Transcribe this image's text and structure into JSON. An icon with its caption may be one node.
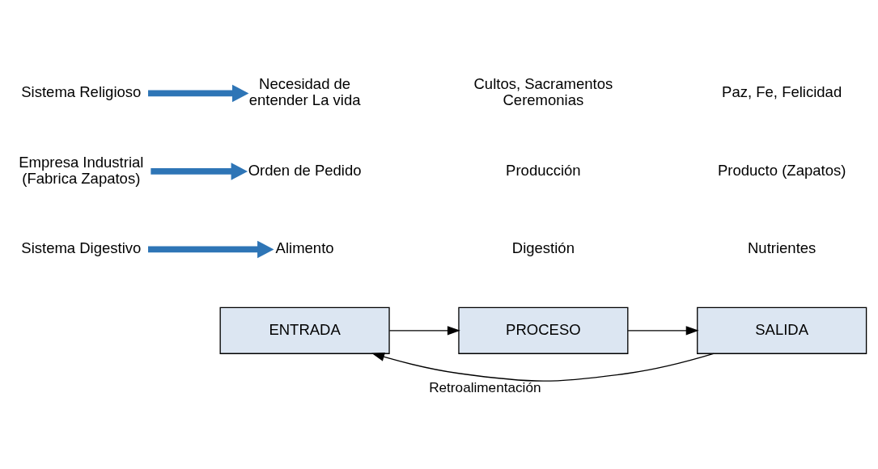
{
  "diagram": {
    "nodes": [
      {
        "text": [
          "ENTRADA"
        ]
      },
      {
        "text": [
          "PROCESO"
        ]
      },
      {
        "text": [
          "SALIDA"
        ]
      },
      {
        "text": [
          "Sistema Digestivo"
        ]
      },
      {
        "text": [
          "Alimento"
        ]
      },
      {
        "text": [
          "Empresa Industrial (Fabrica Zapatos)"
        ]
      },
      {
        "text": [
          "Orden de Pedido"
        ]
      },
      {
        "text": [
          "Sistema Religioso"
        ]
      },
      {
        "text": [
          "Necesidad de entender La vida"
        ]
      }
    ],
    "edges": [
      {
        "from": 0,
        "to": 1,
        "arrow": "to"
      },
      {
        "from": 1,
        "to": 2,
        "arrow": "to"
      },
      {
        "from": 2,
        "to": 0,
        "arrow": "to",
        "label": "Retroalimentación"
      },
      {
        "from": 3,
        "to": 4,
        "arrow": "to",
        "style": "thick",
        "color": "#2e75b6"
      },
      {
        "from": 5,
        "to": 6,
        "arrow": "to",
        "style": "thick",
        "color": "#2e75b6"
      },
      {
        "from": 7,
        "to": 8,
        "arrow": "to",
        "style": "thick",
        "color": "#2e75b6"
      }
    ],
    "labels": [
      "Digestión",
      "Nutrientes",
      "Producción",
      "Producto (Zapatos)",
      "Cultos, Sacramentos Ceremonias",
      "Paz, Fe, Felicidad"
    ]
  }
}
